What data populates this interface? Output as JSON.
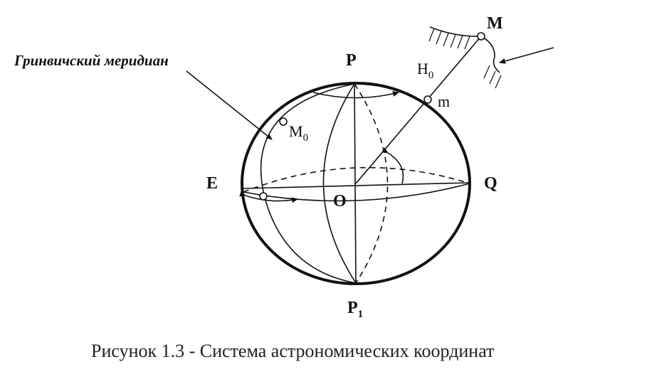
{
  "labels": {
    "greenwich": "Гринвичский меридиан",
    "P": "P",
    "P1_main": "P",
    "P1_sub": "1",
    "E": "E",
    "Q": "Q",
    "O": "O",
    "M": "M",
    "m": "m",
    "M0_main": "M",
    "M0_sub": "0",
    "H0_main": "H",
    "H0_sub": "0"
  },
  "caption": "Рисунок 1.3 - Система астрономических координат"
}
